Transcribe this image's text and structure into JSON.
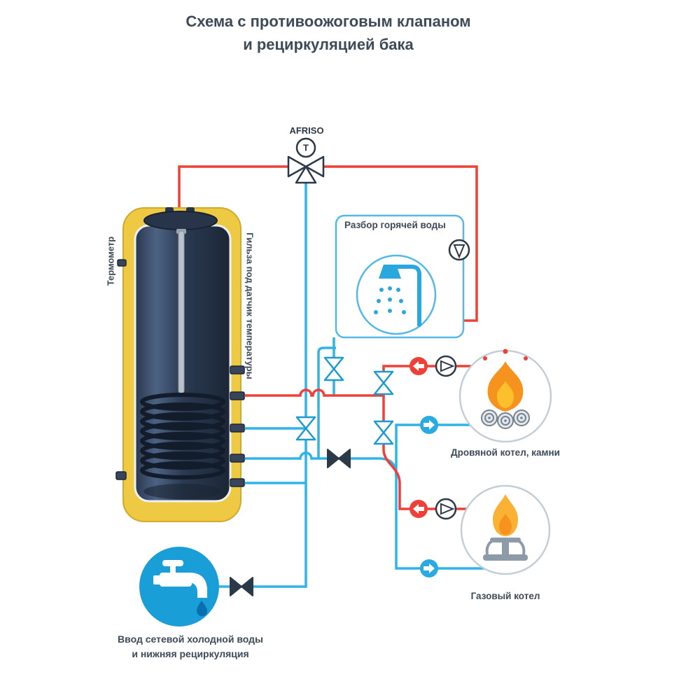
{
  "title": {
    "line1": "Схема с противоожоговым клапаном",
    "line2": "и рециркуляцией бака"
  },
  "diagram": {
    "afriso_label": "AFRISO",
    "mixing_valve_letter": "T",
    "hot_water_box_label": "Разбор горячей воды",
    "wood_boiler_label": "Дровяной котел, камни",
    "gas_boiler_label": "Газовый котел",
    "thermometer_label": "Термометр",
    "sensor_sleeve_label": "Гильза под датчик температуры",
    "cold_inlet_label_line1": "Ввод сетевой холодной воды",
    "cold_inlet_label_line2": "и нижняя рециркуляция"
  },
  "colors": {
    "hot_pipe": "#ee4036",
    "cold_pipe": "#2fb4e9",
    "box_border": "#55b8e8",
    "tank_shell": "#eec943",
    "tank_body": "#2b3a52",
    "text": "#3d4a57",
    "flame_orange": "#f6921e",
    "flame_yellow": "#fcc02d",
    "faucet_circle": "#1a9ed8",
    "valve_dark": "#2c3947"
  }
}
